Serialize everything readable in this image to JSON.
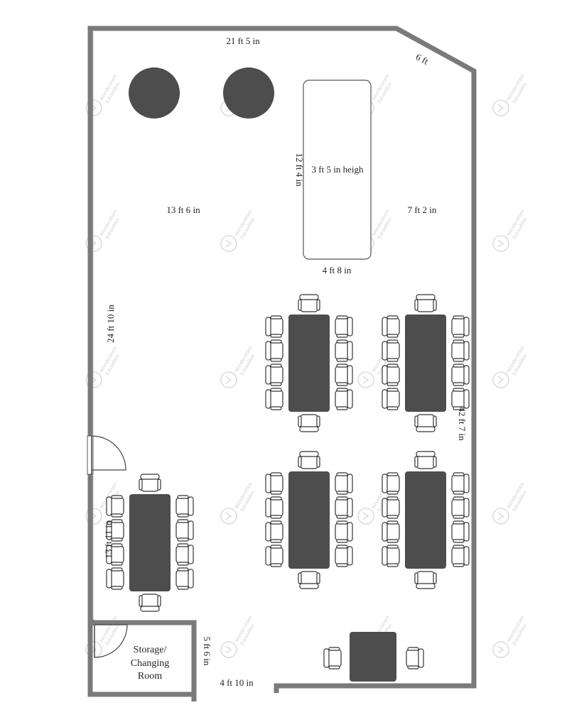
{
  "dimensions": {
    "top_width": "21 ft 5 in",
    "corner": "6 ft",
    "stage_length": "12 ft 4 in",
    "stage_height": "3 ft 5 in heigh",
    "stage_width": "4 ft 8 in",
    "left_offset": "13 ft 6 in",
    "right_offset": "7 ft 2 in",
    "left_wall": "24 ft 10 in",
    "right_wall": "42 ft 7 in",
    "lower_left": "13 ft 11 in",
    "storage_height": "5 ft 6 in",
    "storage_width": "4 ft 10 in"
  },
  "room_label": {
    "line1": "Storage/",
    "line2": "Changing",
    "line3": "Room"
  },
  "watermark": {
    "line1": "Wondershare",
    "line2": "EdrawMax"
  },
  "colors": {
    "wall": "#7a7a7a",
    "furniture": "#4d4d4d",
    "chair_stroke": "#333333",
    "watermark": "#d4d4d4"
  }
}
